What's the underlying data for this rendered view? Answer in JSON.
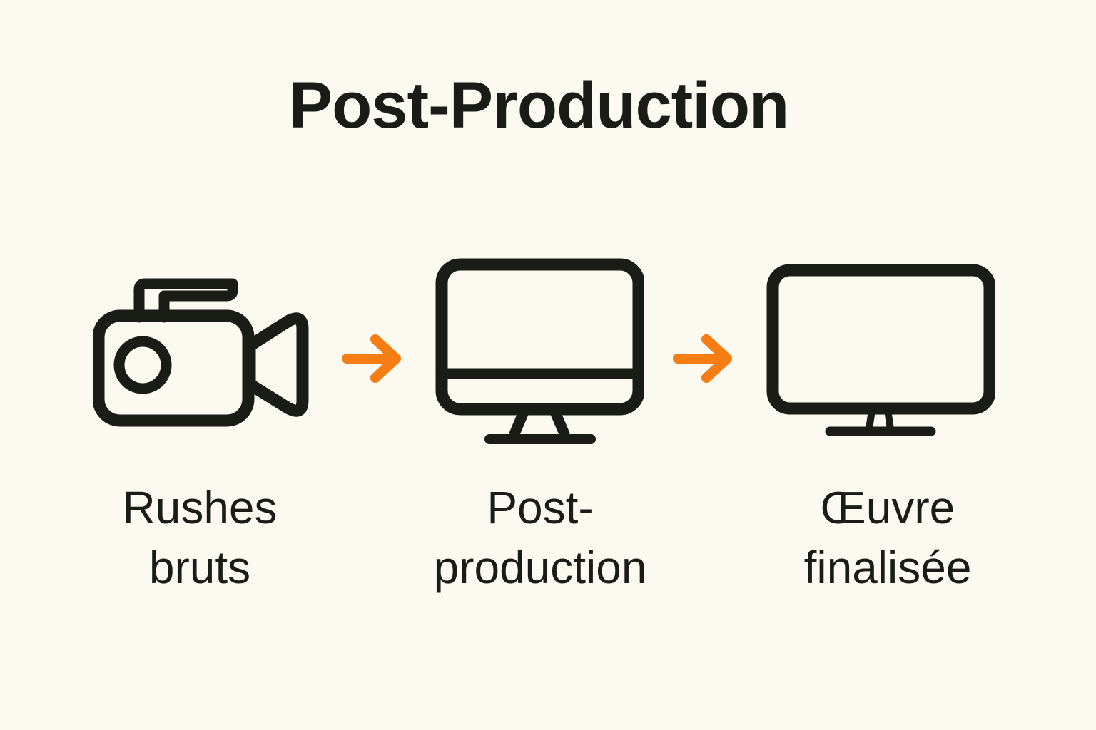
{
  "title": "Post-Production",
  "colors": {
    "background": "#fbf9f0",
    "ink": "#191d16",
    "accent": "#f57d14"
  },
  "flow": {
    "steps": [
      {
        "id": "rushes-bruts",
        "icon": "video-camera",
        "label": "Rushes bruts",
        "lines": [
          "Rushes",
          "bruts"
        ]
      },
      {
        "id": "post-production",
        "icon": "desktop-computer",
        "label": "Post-production",
        "lines": [
          "Post-",
          "production"
        ]
      },
      {
        "id": "oeuvre-finalisee",
        "icon": "tv-screen",
        "label": "Œuvre finalisée",
        "lines": [
          "Œuvre",
          "finalisée"
        ]
      }
    ],
    "connectors": [
      {
        "icon": "arrow-right"
      },
      {
        "icon": "arrow-right"
      }
    ]
  }
}
